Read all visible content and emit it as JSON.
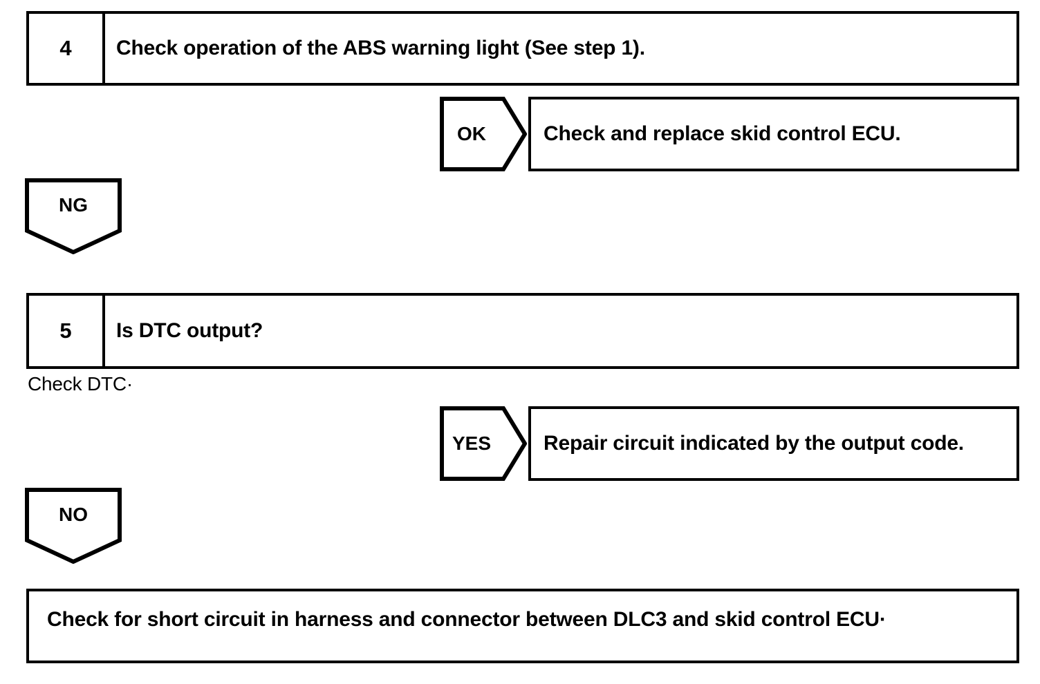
{
  "diagram": {
    "type": "troubleshooting-flowchart",
    "background_color": "#ffffff",
    "line_color": "#000000"
  },
  "steps": [
    {
      "number": "4",
      "instruction": "Check operation of the ABS warning light (See step 1)."
    },
    {
      "number": "5",
      "instruction": "Is DTC output?"
    }
  ],
  "captions": {
    "check_dtc": "Check DTC·"
  },
  "branches": [
    {
      "label": "OK",
      "direction": "right",
      "result": "Check and replace skid control ECU."
    },
    {
      "label": "NG",
      "direction": "down"
    },
    {
      "label": "YES",
      "direction": "right",
      "result": "Repair circuit indicated by the output code."
    },
    {
      "label": "NO",
      "direction": "down"
    }
  ],
  "final_action": "Check for short circuit in harness and connector between DLC3 and skid control ECU·"
}
